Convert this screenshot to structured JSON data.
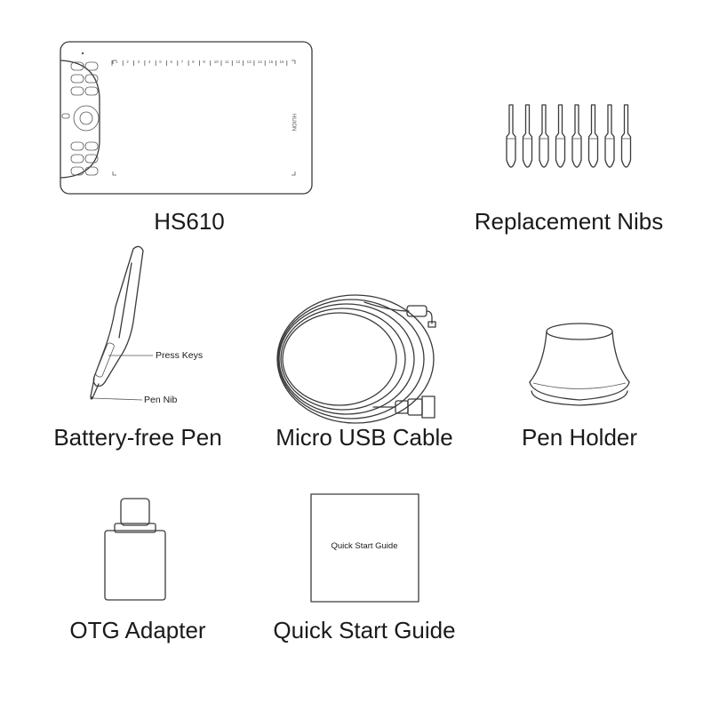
{
  "items": {
    "tablet": {
      "caption": "HS610",
      "ruler_numbers": [
        "1",
        "2",
        "3",
        "4",
        "5",
        "6",
        "7",
        "8",
        "9",
        "10",
        "11",
        "12",
        "13",
        "14",
        "15",
        "16"
      ],
      "brand": "HUION"
    },
    "nibs": {
      "caption": "Replacement Nibs",
      "count": 8
    },
    "pen": {
      "caption": "Battery-free Pen",
      "callout_keys": "Press Keys",
      "callout_nib": "Pen Nib"
    },
    "cable": {
      "caption": "Micro USB Cable"
    },
    "holder": {
      "caption": "Pen Holder"
    },
    "otg": {
      "caption": "OTG Adapter"
    },
    "guide": {
      "caption": "Quick Start Guide",
      "cover_text": "Quick Start Guide"
    }
  },
  "colors": {
    "line": "#3a3a3a",
    "text": "#1a1a1a",
    "background": "#ffffff"
  }
}
